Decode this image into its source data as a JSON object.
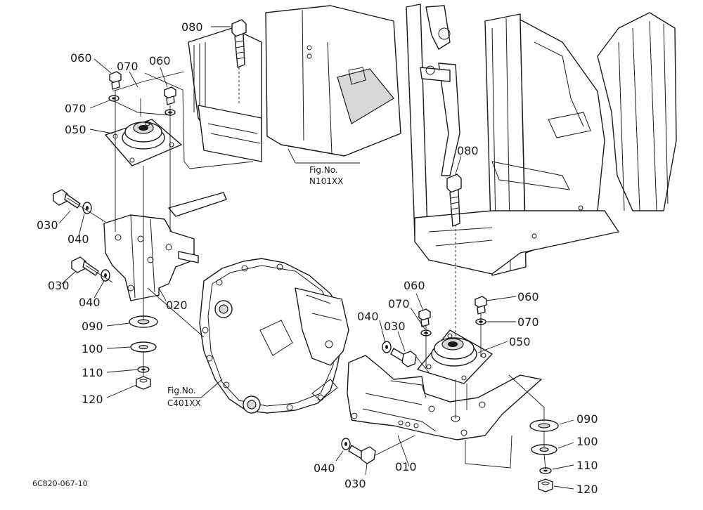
{
  "drawing": {
    "code": "6C820-067-10",
    "references": [
      {
        "line1": "Fig.No.",
        "line2": "N101XX"
      },
      {
        "line1": "Fig.No.",
        "line2": "C401XX"
      }
    ],
    "labels": [
      "080",
      "060",
      "070",
      "060",
      "070",
      "050",
      "030",
      "040",
      "030",
      "040",
      "020",
      "090",
      "100",
      "110",
      "120",
      "080",
      "060",
      "070",
      "040",
      "030",
      "060",
      "070",
      "050",
      "010",
      "090",
      "100",
      "110",
      "120",
      "040",
      "030"
    ]
  }
}
